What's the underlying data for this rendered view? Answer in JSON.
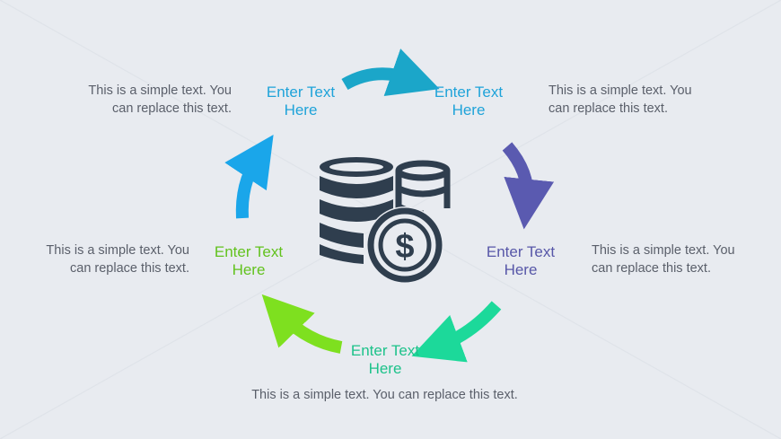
{
  "colors": {
    "background": "#e8ebf0",
    "icon": "#2f3e4e",
    "desc_text": "#5a5f6a",
    "top_left_title": "#1fa3d9",
    "top_right_title": "#1fa3d9",
    "right_title": "#5757a8",
    "bottom_title": "#1dc28a",
    "left_title": "#62c21e",
    "arrow_top": "#1ba6c9",
    "arrow_right": "#5a5ab0",
    "arrow_bottom_right": "#1cd99a",
    "arrow_bottom_left": "#7ee01f",
    "arrow_left": "#1aa6ea"
  },
  "center_icon": "coin-stack-dollar-icon",
  "steps": {
    "top_left": {
      "title_line1": "Enter Text",
      "title_line2": "Here",
      "desc_line1": "This is a simple text. You",
      "desc_line2": "can replace this text."
    },
    "top_right": {
      "title_line1": "Enter Text",
      "title_line2": "Here",
      "desc_line1": "This is a simple text. You",
      "desc_line2": "can replace this text."
    },
    "right": {
      "title_line1": "Enter Text",
      "title_line2": "Here",
      "desc_line1": "This is a simple text. You",
      "desc_line2": "can replace this text."
    },
    "bottom": {
      "title_line1": "Enter Text",
      "title_line2": "Here",
      "desc_line1": "This is a simple text. You can replace this text."
    },
    "left": {
      "title_line1": "Enter Text",
      "title_line2": "Here",
      "desc_line1": "This is a simple text. You",
      "desc_line2": "can replace this text."
    }
  }
}
